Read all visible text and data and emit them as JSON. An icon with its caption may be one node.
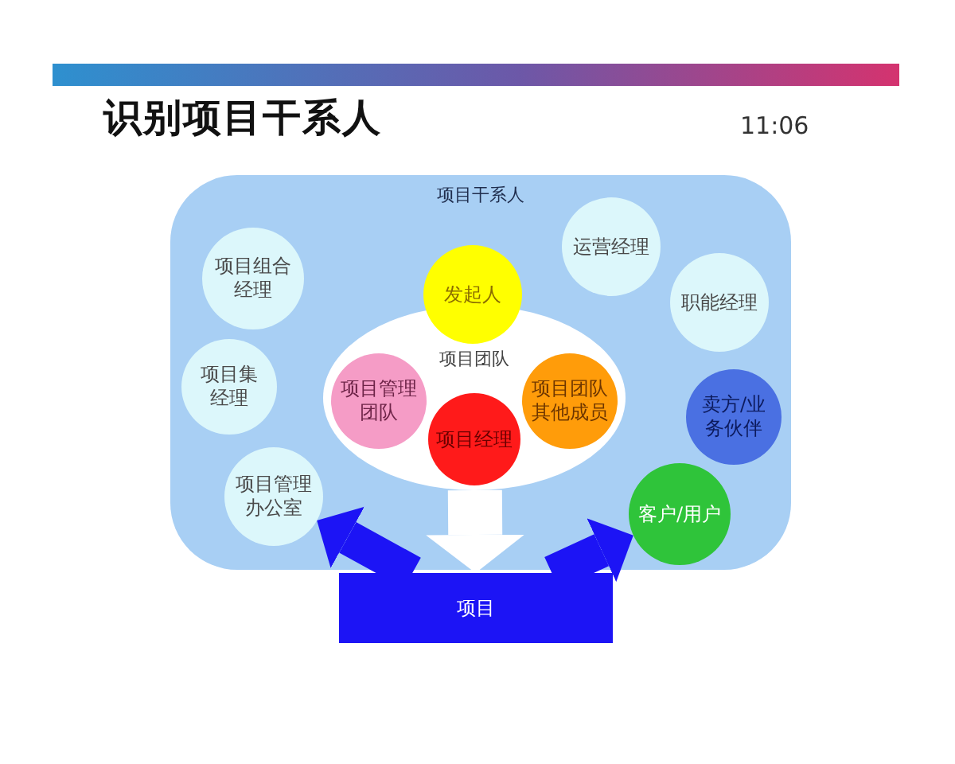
{
  "diagram": {
    "title": "识别项目干系人",
    "nodes": [
      {
        "text": [
          "项目干系人"
        ]
      },
      {
        "text": [
          "项目组合经理"
        ],
        "in": 0
      },
      {
        "text": [
          "发起人"
        ],
        "in": 0
      },
      {
        "text": [
          "运营经理"
        ],
        "in": 0
      },
      {
        "text": [
          "职能经理"
        ],
        "in": 0
      },
      {
        "text": [
          "项目团队"
        ],
        "in": 0
      },
      {
        "text": [
          "项目管理团队"
        ],
        "in": 5
      },
      {
        "text": [
          "项目团队其他成员"
        ],
        "in": 5
      },
      {
        "text": [
          "项目经理"
        ],
        "in": 5
      },
      {
        "text": [
          "项目集经理"
        ],
        "in": 0
      },
      {
        "text": [
          "卖方/业务伙伴"
        ],
        "in": 0
      },
      {
        "text": [
          "项目管理办公室"
        ],
        "in": 0
      },
      {
        "text": [
          "客户/用户"
        ],
        "in": 0
      },
      {
        "text": [
          "项目"
        ]
      }
    ],
    "edges": [
      {
        "from": 5,
        "to": 13,
        "arrow": "to",
        "color": "#ffffff"
      },
      {
        "from": 13,
        "to": 11,
        "arrow": "to"
      },
      {
        "from": 13,
        "to": 12,
        "arrow": "to"
      }
    ],
    "labels": [
      "11:06"
    ]
  }
}
